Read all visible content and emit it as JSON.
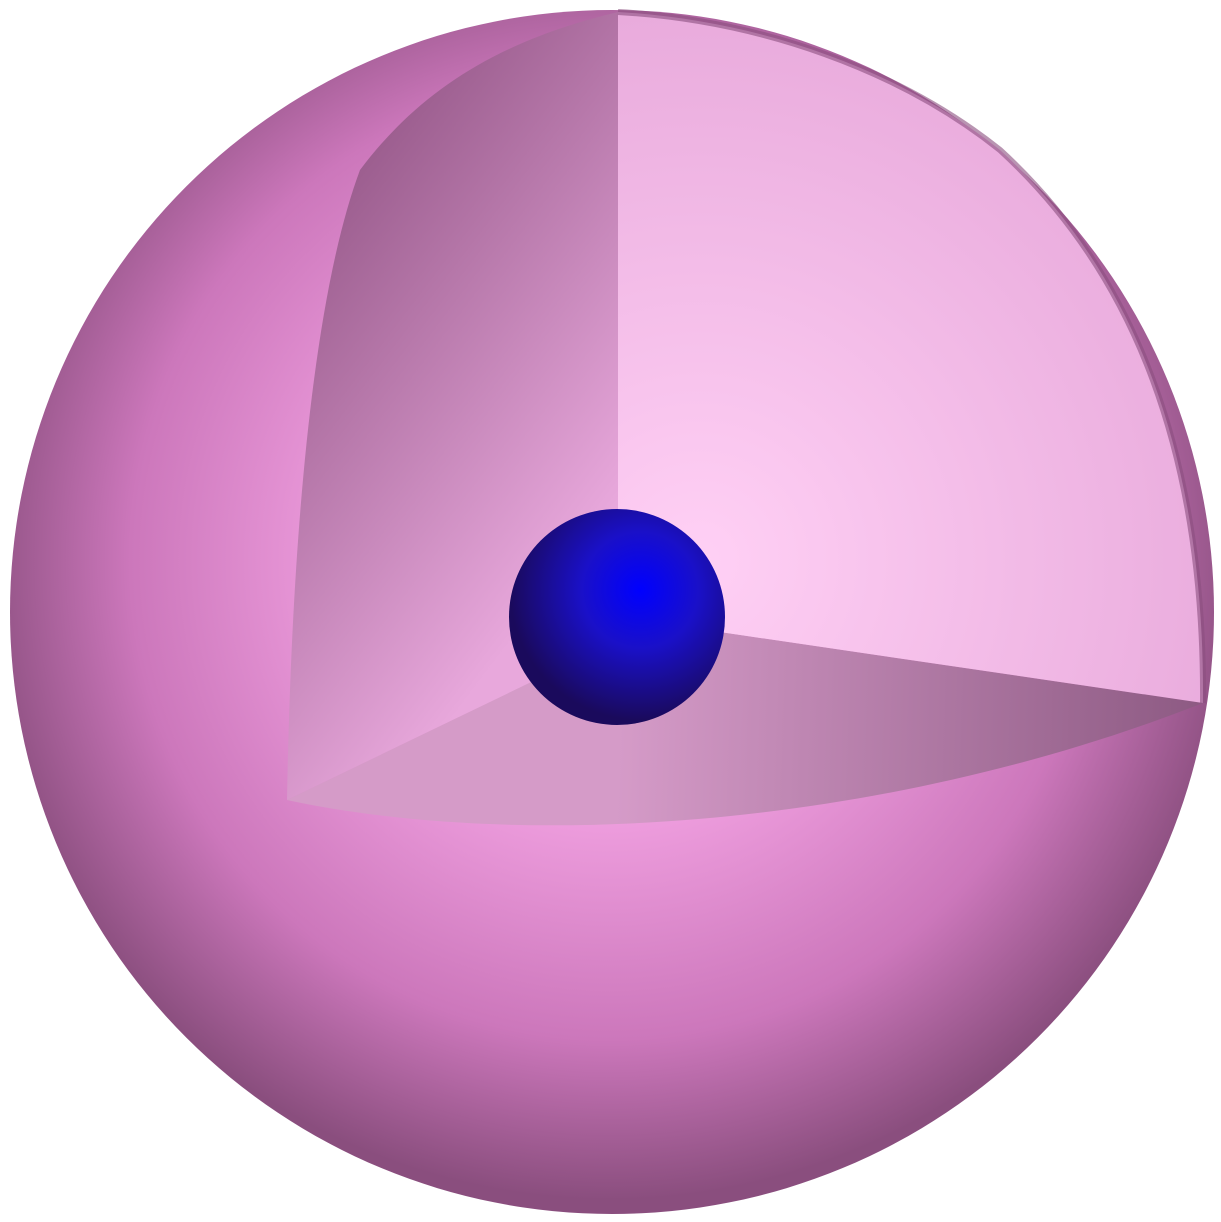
{
  "figure": {
    "outer_sphere": {
      "name": "outer-shell",
      "colors": {
        "highlight": "#ffd6f8",
        "mid": "#f3a3e3",
        "base": "#cc77bb",
        "shadow": "#8a4e7e"
      }
    },
    "cutaway": {
      "name": "octant-cutaway",
      "colors": {
        "right_face_light": "#ffd0f5",
        "right_face_dark": "#e6a6d9",
        "left_face_light": "#e8a8dc",
        "left_face_dark": "#9b5d8e",
        "bottom_face_light": "#d59bc8",
        "bottom_face_dark": "#8d5a83"
      }
    },
    "core": {
      "name": "inner-core",
      "colors": {
        "highlight": "#0000ff",
        "mid": "#1a10c8",
        "shadow": "#1a0a5c"
      }
    }
  }
}
